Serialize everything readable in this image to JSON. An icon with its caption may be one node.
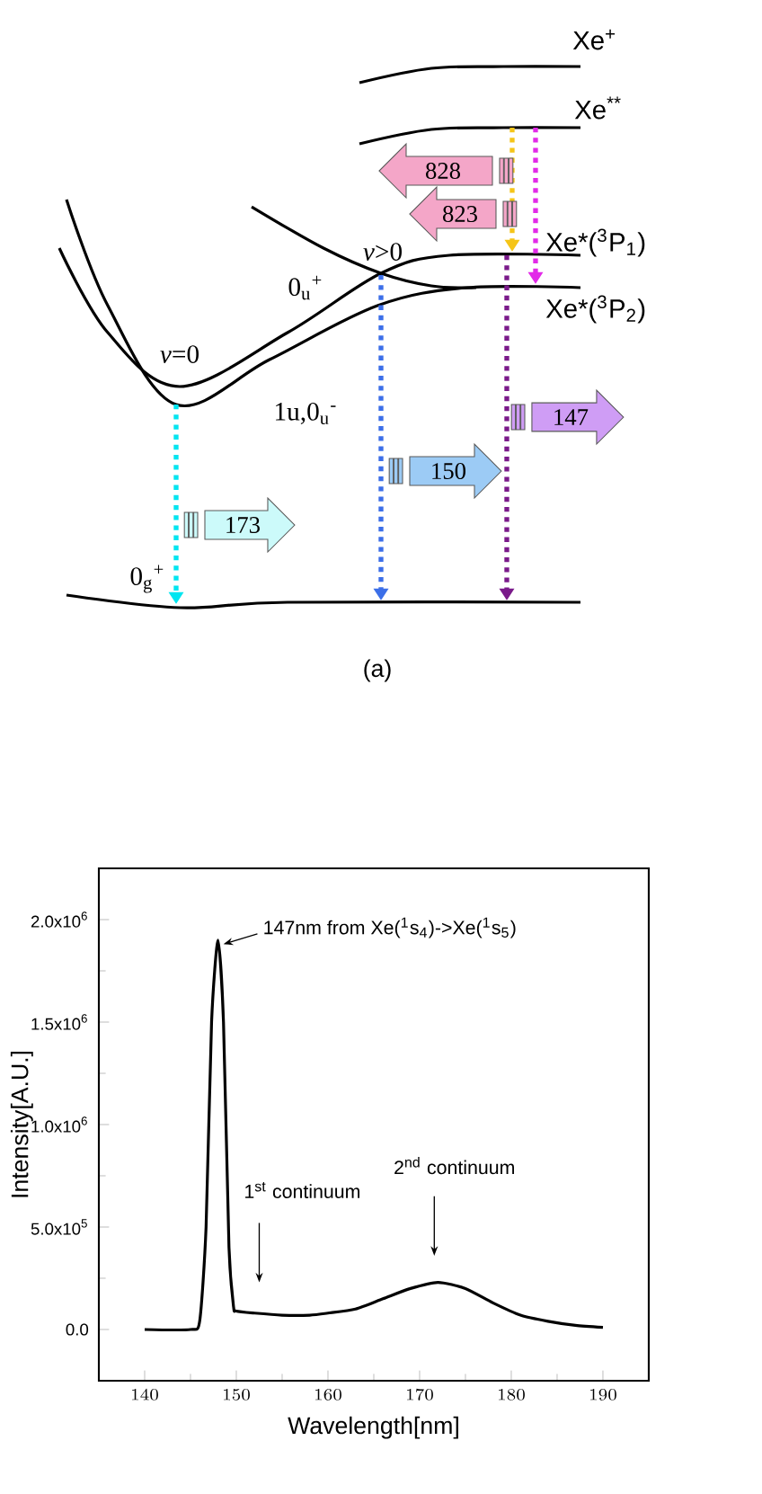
{
  "diagram": {
    "nodes": [
      {
        "text": [
          "828"
        ]
      },
      {
        "text": [
          "823"
        ]
      },
      {
        "text": [
          "173"
        ]
      },
      {
        "text": [
          "150"
        ]
      },
      {
        "text": [
          "147"
        ]
      }
    ],
    "labels": [
      "Xe$^{+}$",
      "Xe$^{**}$",
      "Xe*($^{3}$P$_{1}$)",
      "Xe*($^{3}$P$_{2}$)",
      "*v*>0",
      "0$_{u}$$^{+}$",
      "*v*=0",
      "1u,0$_{u}$$^{-}$",
      "0$_{g}$$^{+}$",
      "(a)"
    ],
    "chart_data": {
      "type": "line",
      "xlabel": "Wavelength[nm]",
      "ylabel": "Intensity[A.U.]",
      "x": [
        140,
        145,
        146,
        146.7,
        147.3,
        148,
        148.6,
        149.2,
        149.7,
        150,
        152,
        155,
        158,
        160,
        163,
        166,
        169,
        172,
        175,
        178,
        181,
        184,
        187,
        190
      ],
      "series": [
        {
          "color": "#000000",
          "values": [
            0,
            0,
            40000,
            500000,
            1500000,
            1900000,
            1500000,
            400000,
            110000,
            90000,
            80000,
            70000,
            70000,
            80000,
            100000,
            150000,
            200000,
            230000,
            200000,
            130000,
            70000,
            40000,
            20000,
            10000
          ]
        }
      ],
      "xlim": [
        135,
        195
      ],
      "ylim": [
        -250000,
        2250000
      ],
      "xticks": [
        140,
        150,
        160,
        170,
        180,
        190
      ],
      "yticks": [
        {
          "value": 0,
          "label": "0.0"
        },
        {
          "value": 500000,
          "label": "5.0x10$^{5}$"
        },
        {
          "value": 1000000,
          "label": "1.0x10$^{6}$"
        },
        {
          "value": 1500000,
          "label": "1.5x10$^{6}$"
        },
        {
          "value": 2000000,
          "label": "2.0x10$^{6}$"
        }
      ],
      "annotations": [
        "147nm from Xe($^{1}$s$_{4}$)->Xe($^{1}$s$_{5}$)",
        "1$^{st}$ continuum",
        "2$^{nd}$ continuum"
      ]
    }
  }
}
